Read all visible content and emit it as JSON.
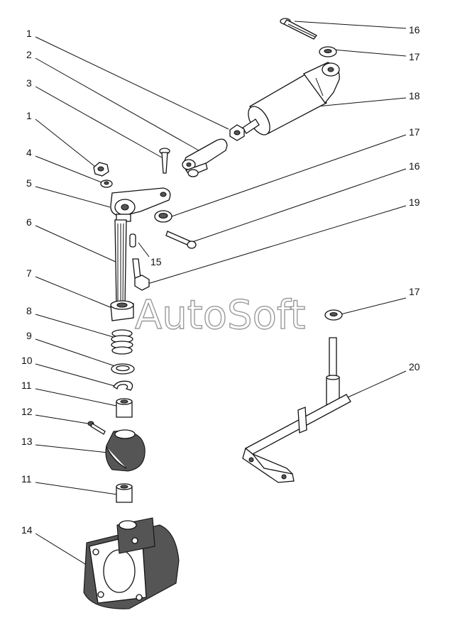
{
  "watermark": "AutoSoft",
  "callouts": [
    {
      "id": "c1a",
      "label": "1"
    },
    {
      "id": "c2",
      "label": "2"
    },
    {
      "id": "c3",
      "label": "3"
    },
    {
      "id": "c1b",
      "label": "1"
    },
    {
      "id": "c4",
      "label": "4"
    },
    {
      "id": "c5",
      "label": "5"
    },
    {
      "id": "c6",
      "label": "6"
    },
    {
      "id": "c7",
      "label": "7"
    },
    {
      "id": "c8",
      "label": "8"
    },
    {
      "id": "c9",
      "label": "9"
    },
    {
      "id": "c10",
      "label": "10"
    },
    {
      "id": "c11a",
      "label": "11"
    },
    {
      "id": "c12",
      "label": "12"
    },
    {
      "id": "c13",
      "label": "13"
    },
    {
      "id": "c11b",
      "label": "11"
    },
    {
      "id": "c14",
      "label": "14"
    },
    {
      "id": "c16a",
      "label": "16"
    },
    {
      "id": "c17a",
      "label": "17"
    },
    {
      "id": "c18",
      "label": "18"
    },
    {
      "id": "c17b",
      "label": "17"
    },
    {
      "id": "c16b",
      "label": "16"
    },
    {
      "id": "c19",
      "label": "19"
    },
    {
      "id": "c15",
      "label": "15"
    },
    {
      "id": "c17c",
      "label": "17"
    },
    {
      "id": "c20",
      "label": "20"
    }
  ]
}
